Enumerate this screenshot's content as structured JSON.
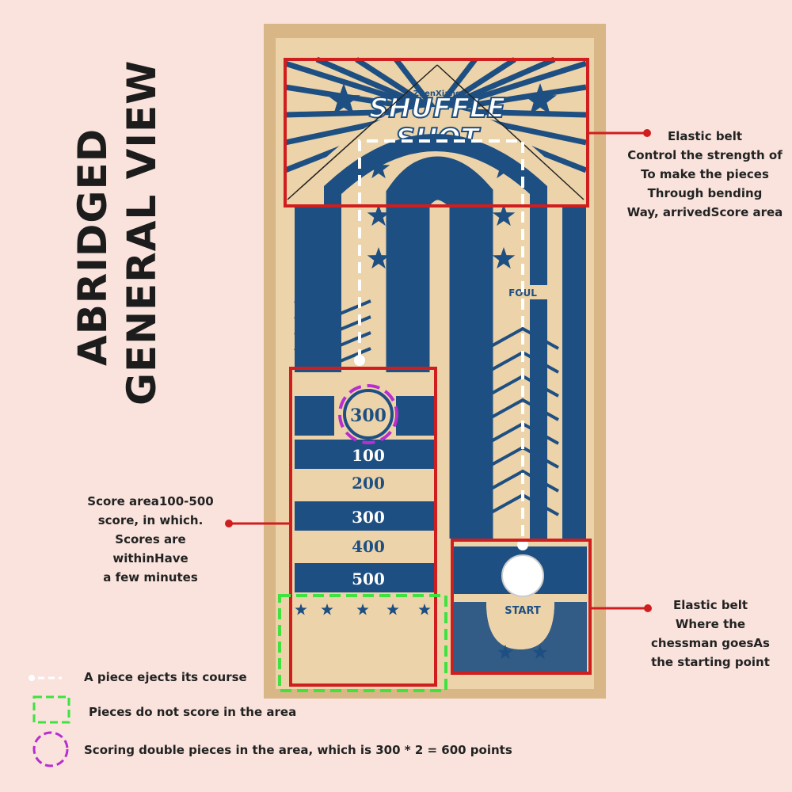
{
  "title": {
    "line1": "ABRIDGED",
    "line2": "GENERAL VIEW"
  },
  "board": {
    "brand": "ZhenXiang",
    "logo_line1": "SHUFFLE",
    "logo_line2": "SHOT",
    "foul_label": "FOUL",
    "start_label": "START",
    "bonus_value": "300",
    "scores": [
      "100",
      "200",
      "300",
      "400",
      "500"
    ]
  },
  "annotations": {
    "elastic_top": [
      "Elastic belt",
      "Control the strength of",
      "To make the pieces",
      "Through bending",
      "Way, arrivedScore area"
    ],
    "score_area": [
      "Score area100-500",
      "score, in which.",
      "Scores are",
      "withinHave",
      "a few minutes"
    ],
    "elastic_start": [
      "Elastic belt",
      "Where the",
      "chessman goesAs",
      "the starting point"
    ]
  },
  "legend": {
    "course": "A piece ejects its course",
    "no_score": "Pieces do not score in the area",
    "double": "Scoring double pieces in the area, which is 300 * 2 = 600 points"
  },
  "colors": {
    "background": "#f9e3dc",
    "wood": "#e8c99b",
    "ink": "#1e4f82",
    "highlight_red": "#d01e1e",
    "no_score_green": "#3fe23f",
    "double_purple": "#b82ed1"
  }
}
